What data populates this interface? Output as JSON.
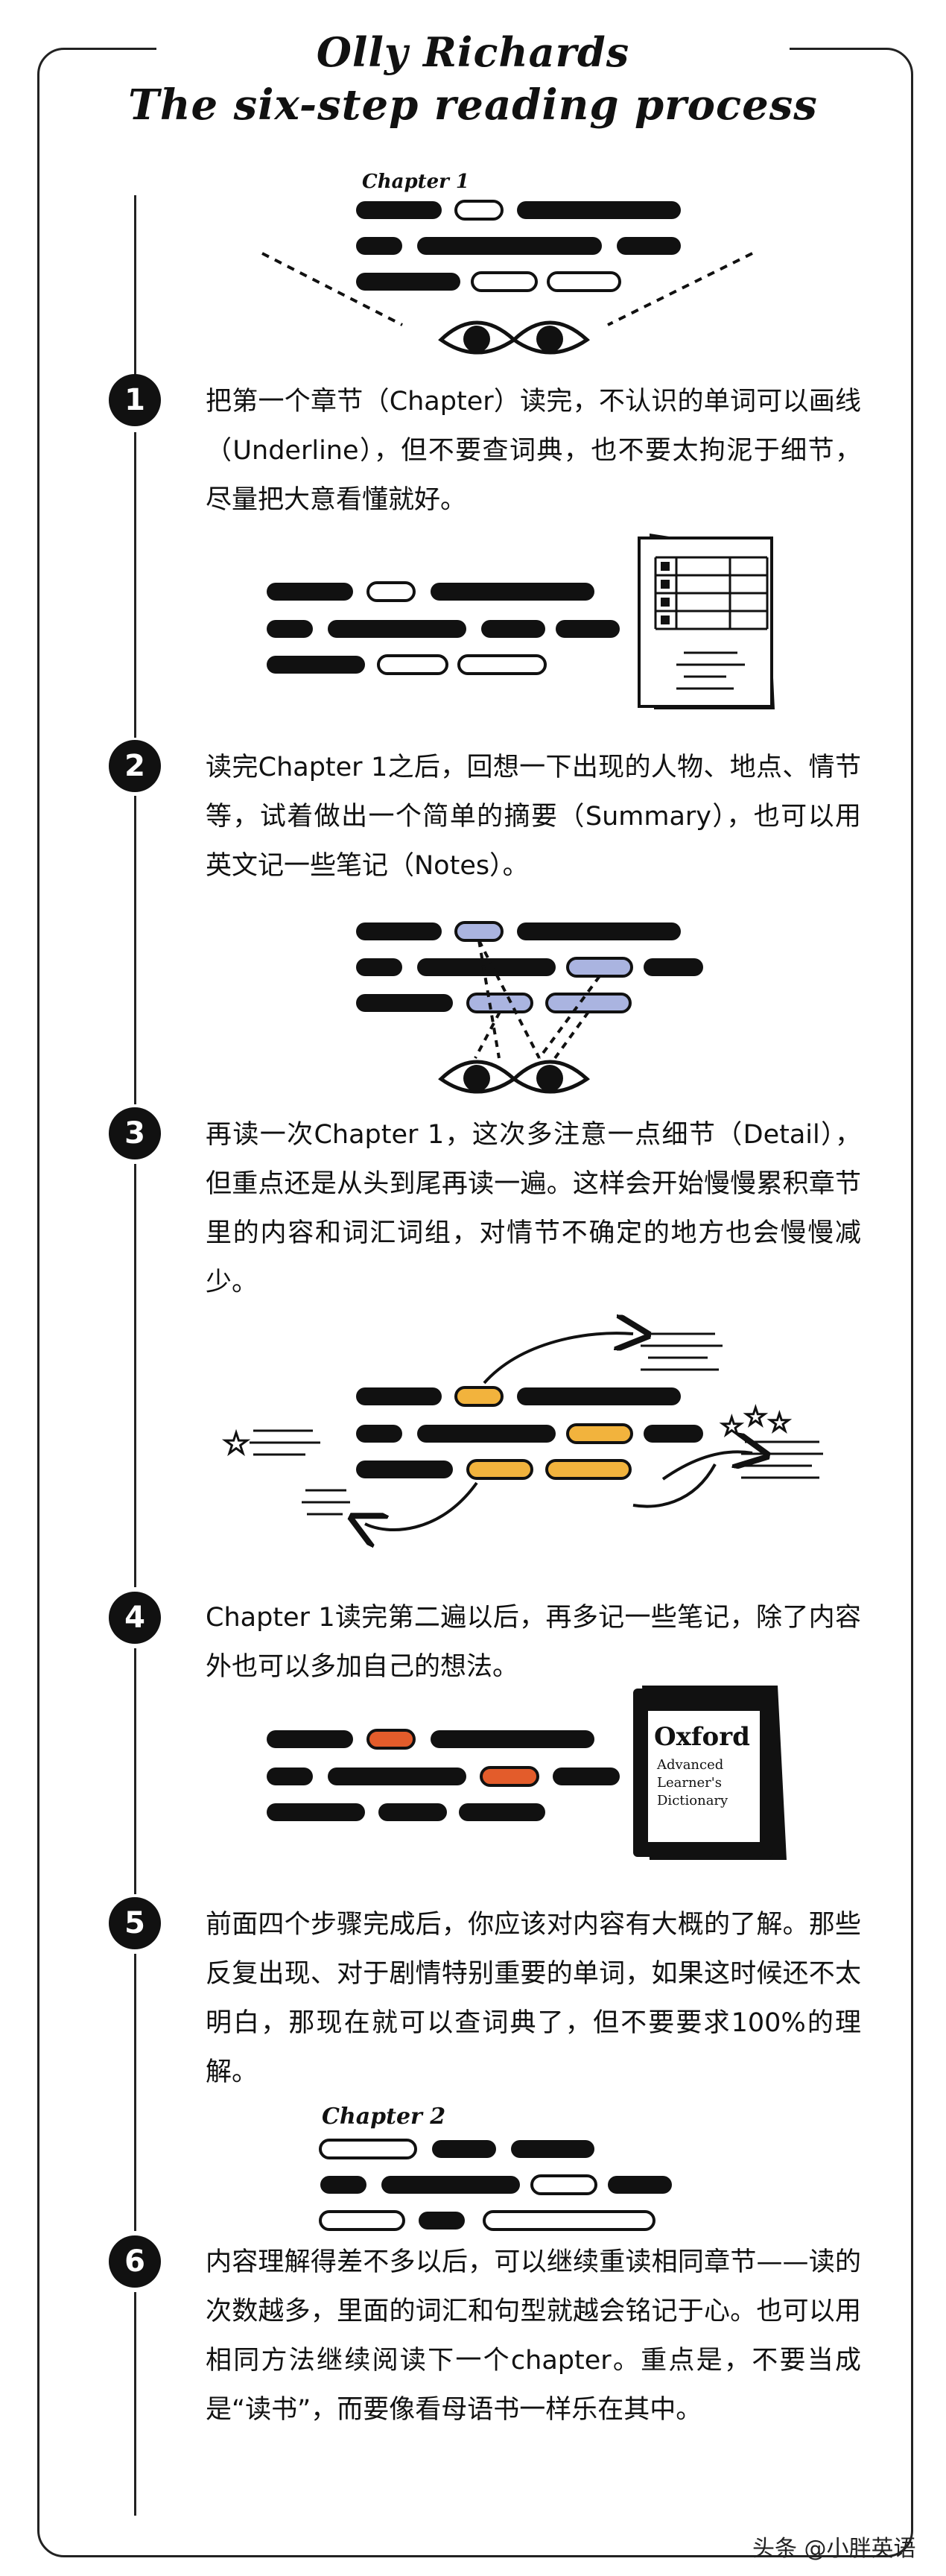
{
  "header": {
    "author": "Olly Richards",
    "subtitle": "The six-step reading process"
  },
  "illustrations": {
    "chapter1_label": "Chapter 1",
    "chapter2_label": "Chapter 2",
    "dictionary": {
      "brand": "Oxford",
      "line1": "Advanced",
      "line2": "Learner's",
      "line3": "Dictionary"
    },
    "colors": {
      "ink": "#111111",
      "highlight_blue": "#aab4e0",
      "highlight_gold": "#f2b33d",
      "highlight_orange": "#e35c2b"
    }
  },
  "steps": [
    {
      "number": "1",
      "text": "把第一个章节（Chapter）读完，不认识的单词可以画线（Underline），但不要查词典，也不要太拘泥于细节，尽量把大意看懂就好。"
    },
    {
      "number": "2",
      "text": "读完Chapter 1之后，回想一下出现的人物、地点、情节等，试着做出一个简单的摘要（Summary），也可以用英文记一些笔记（Notes）。"
    },
    {
      "number": "3",
      "text": "再读一次Chapter 1，这次多注意一点细节（Detail），但重点还是从头到尾再读一遍。这样会开始慢慢累积章节里的内容和词汇词组，对情节不确定的地方也会慢慢减少。"
    },
    {
      "number": "4",
      "text": "Chapter 1读完第二遍以后，再多记一些笔记，除了内容外也可以多加自己的想法。"
    },
    {
      "number": "5",
      "text": "前面四个步骤完成后，你应该对内容有大概的了解。那些反复出现、对于剧情特别重要的单词，如果这时候还不太明白，那现在就可以查词典了，但不要要求100%的理解。"
    },
    {
      "number": "6",
      "text": "内容理解得差不多以后，可以继续重读相同章节——读的次数越多，里面的词汇和句型就越会铭记于心。也可以用相同方法继续阅读下一个chapter。重点是，不要当成是“读书”，而要像看母语书一样乐在其中。"
    }
  ],
  "footer": {
    "watermark": "头条 @小胖英语"
  }
}
